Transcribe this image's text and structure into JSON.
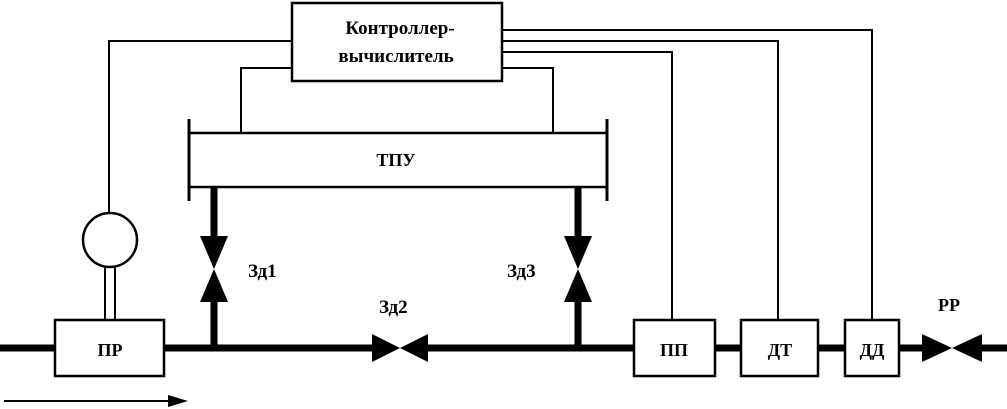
{
  "diagram": {
    "controller": {
      "line1": "Контроллер-",
      "line2": "вычислитель"
    },
    "prover": {
      "label": "ТПУ"
    },
    "flow_meter": {
      "label": "ПР"
    },
    "valves": [
      {
        "id": "zd1",
        "label": "Зд1",
        "icon": "bowtie-valve"
      },
      {
        "id": "zd2",
        "label": "Зд2",
        "icon": "bowtie-valve"
      },
      {
        "id": "zd3",
        "label": "Зд3",
        "icon": "bowtie-valve"
      },
      {
        "id": "rr",
        "label": "РР",
        "icon": "bowtie-valve"
      }
    ],
    "sensors": [
      {
        "id": "pp",
        "label": "ПП"
      },
      {
        "id": "dt",
        "label": "ДТ"
      },
      {
        "id": "dd",
        "label": "ДД"
      }
    ],
    "flow_direction": "arrow-right",
    "colors": {
      "line": "#000000",
      "background": "#ffffff"
    }
  }
}
